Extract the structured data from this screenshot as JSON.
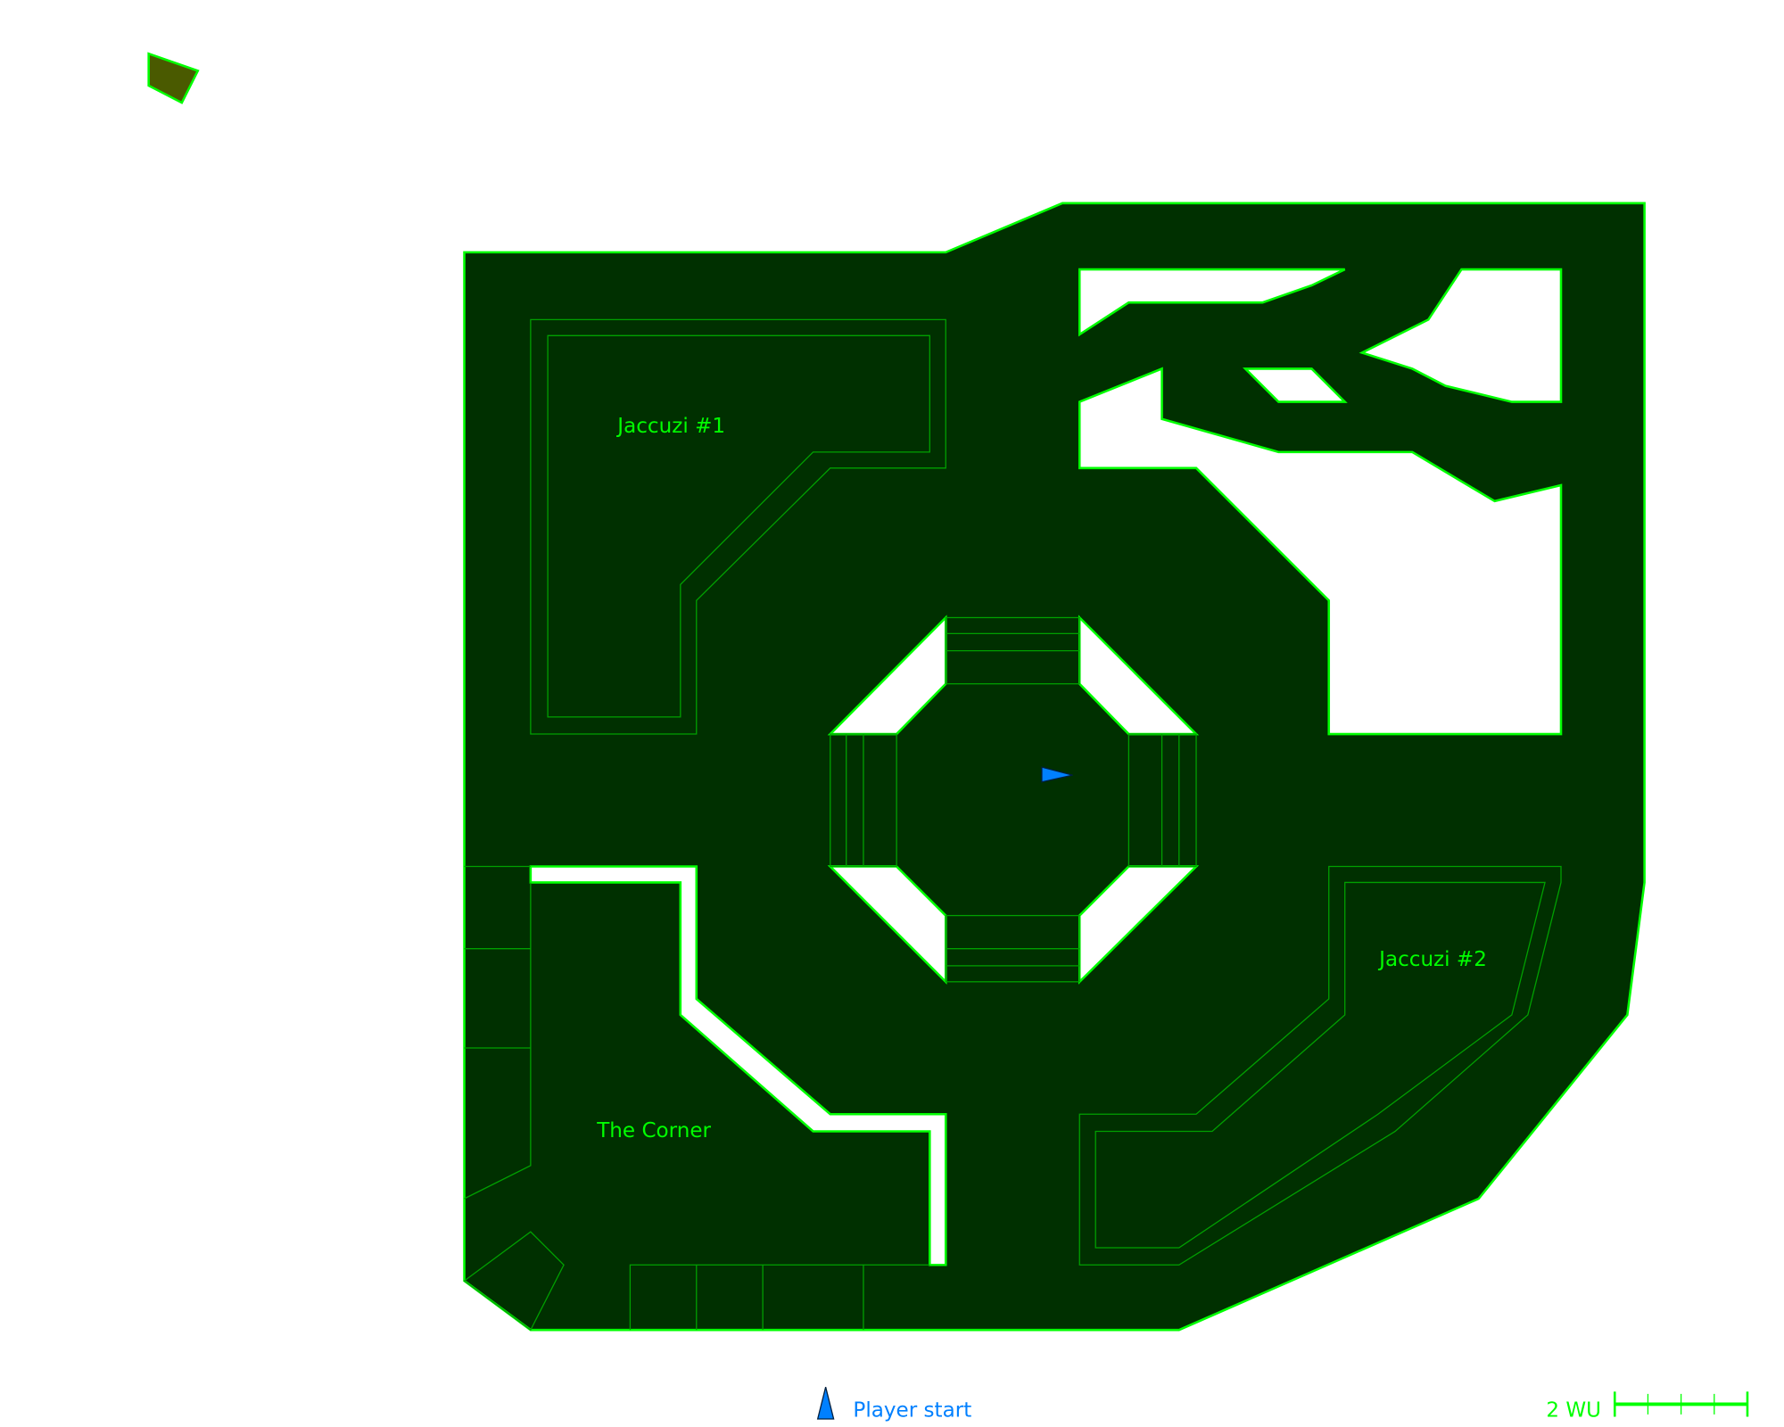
{
  "colors": {
    "floor": "#003000",
    "wall": "#00ff00",
    "detail": "#00a000",
    "player": "#0080ff",
    "marker": "#4a5a00"
  },
  "labels": {
    "jaccuzi1": "Jaccuzi #1",
    "jaccuzi2": "Jaccuzi #2",
    "corner": "The Corner"
  },
  "legend": {
    "player_start": "Player start",
    "scale": "2 WU"
  }
}
